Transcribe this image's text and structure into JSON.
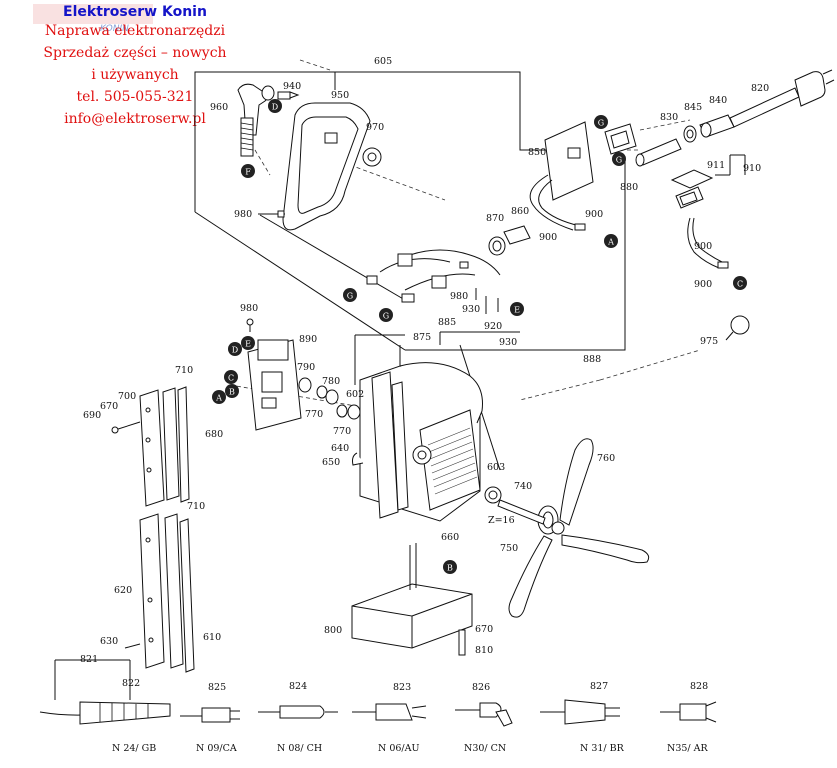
{
  "header": {
    "brand": "Elektroserw Konin",
    "line1": "Naprawa elektronarzędzi",
    "line2": "Sprzedaż części – nowych",
    "line3": "i używanych",
    "phone": "tel. 505-055-321",
    "email": "info@elektroserw.pl",
    "watermark_sub": "KONIN"
  },
  "colors": {
    "brand": "#1414c8",
    "text_red": "#e01010"
  },
  "part_numbers": {
    "p605": "605",
    "p940": "940",
    "p960": "960",
    "p950": "950",
    "p970": "970",
    "p980a": "980",
    "p980b": "980",
    "p980c": "980",
    "p820": "820",
    "p840": "840",
    "p845": "845",
    "p830": "830",
    "p850": "850",
    "p880": "880",
    "p911": "911",
    "p910": "910",
    "p860": "860",
    "p870": "870",
    "p900a": "900",
    "p900b": "900",
    "p900c": "900",
    "p900d": "900",
    "p885": "885",
    "p875": "875",
    "p930a": "930",
    "p930b": "930",
    "p920": "920",
    "p888": "888",
    "p975": "975",
    "p890": "890",
    "p790": "790",
    "p780": "780",
    "p770a": "770",
    "p770b": "770",
    "p710a": "710",
    "p710b": "710",
    "p700": "700",
    "p670a": "670",
    "p670b": "670",
    "p690": "690",
    "p680": "680",
    "p640": "640",
    "p650": "650",
    "p602": "602",
    "p603": "603",
    "p760": "760",
    "p740": "740",
    "p750": "750",
    "z16": "Z=16",
    "p660": "660",
    "p620": "620",
    "p630": "630",
    "p610": "610",
    "p800": "800",
    "p810": "810",
    "p821": "821",
    "p822": "822",
    "p825": "825",
    "p824": "824",
    "p823": "823",
    "p826": "826",
    "p827": "827",
    "p828": "828"
  },
  "callouts": {
    "A": "A",
    "B": "B",
    "C": "C",
    "D": "D",
    "E": "E",
    "F": "F",
    "G": "G"
  },
  "plug_labels": {
    "gb": "N 24/ GB",
    "ca": "N 09/CA",
    "ch": "N 08/ CH",
    "au": "N 06/AU",
    "cn": "N30/ CN",
    "br": "N 31/ BR",
    "ar": "N35/ AR"
  }
}
